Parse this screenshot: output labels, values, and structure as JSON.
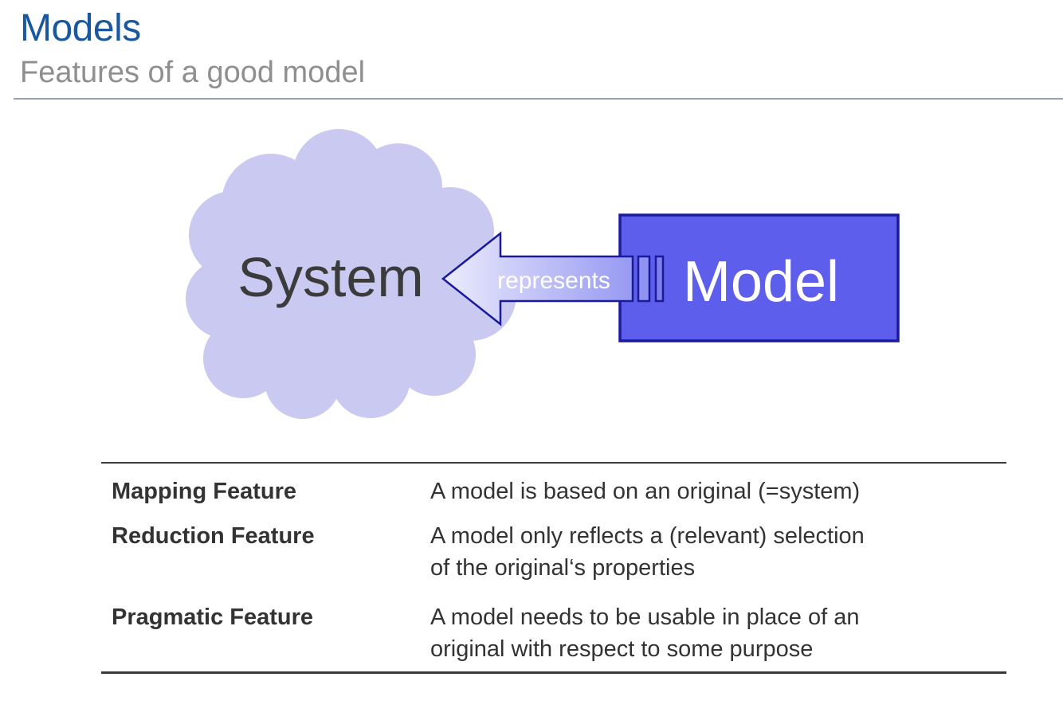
{
  "header": {
    "title": "Models",
    "subtitle": "Features of a good model"
  },
  "diagram": {
    "system_label": "System",
    "model_label": "Model",
    "arrow_label": "represents",
    "colors": {
      "cloud_fill": "#C9C9F2",
      "model_box_fill": "#5D5FEC",
      "outline_navy": "#1A1A9C",
      "arrow_gradient_start": "#ECECFC",
      "arrow_gradient_end": "#9799F3",
      "bar1_fill": "#9193F3",
      "bar2_fill": "#7E80F0",
      "system_text": "#3B3B3B",
      "model_text": "#FFFFFF",
      "arrow_text": "#FFFFFF"
    }
  },
  "features_table": {
    "rows": [
      {
        "feature": "Mapping Feature",
        "lines": [
          "A model is based on an original (=system)"
        ]
      },
      {
        "feature": "Reduction Feature",
        "lines": [
          "A model only reflects a (relevant) selection",
          "of the original‘s properties"
        ]
      },
      {
        "feature": "Pragmatic Feature",
        "lines": [
          "A model needs to be usable in place of an",
          "original with respect to some purpose"
        ]
      }
    ]
  },
  "colors": {
    "title_blue": "#19579E",
    "subtitle_gray": "#8F8F8F",
    "header_rule_gray": "#99A1AD",
    "table_text": "#333333",
    "table_rule": "#3A3A3A"
  }
}
